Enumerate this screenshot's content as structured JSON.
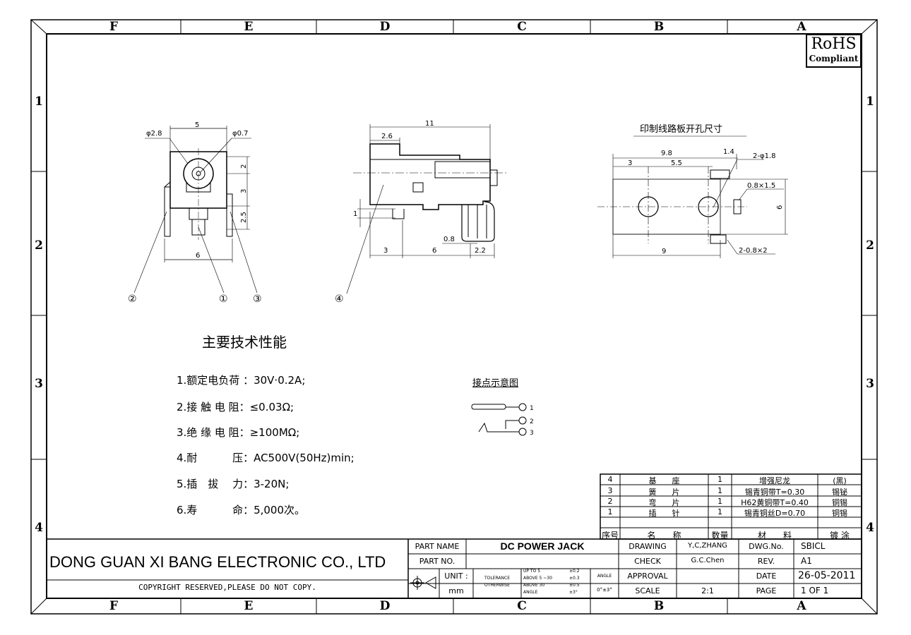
{
  "frame": {
    "columns": [
      "F",
      "E",
      "D",
      "C",
      "B",
      "A"
    ],
    "rows": [
      "1",
      "2",
      "3",
      "4"
    ]
  },
  "badge": {
    "main": "RoHS",
    "sub": "Compliant"
  },
  "views": {
    "front_dims": {
      "d_left": "φ2.8",
      "width": "5",
      "d_right": "φ0.7",
      "h1": "2",
      "h2": "3",
      "h3": "2.5",
      "bottom": "6"
    },
    "side_dims": {
      "top": "11",
      "left_step": "2.6",
      "pin_h": "1",
      "b1": "3",
      "b2": "6",
      "b3": "0.8",
      "b4": "2.2"
    },
    "pcb_title": "印制线路板开孔尺寸",
    "pcb_dims": {
      "total": "9.8",
      "a": "3",
      "b": "5.5",
      "c": "1.4",
      "holes": "2-φ1.8",
      "slot": "0.8×1.5",
      "height": "6",
      "bottom": "9",
      "slots2": "2-0.8×2"
    },
    "callouts": [
      "②",
      "①",
      "③",
      "④"
    ]
  },
  "specs": {
    "title": "主要技术性能",
    "items": [
      "1.额定电负荷 ：30V·0.2A;",
      "2.接 触 电 阻：≤0.03Ω;",
      "3.绝 缘 电 阻：≥100MΩ;",
      "4.耐　　　 压：AC500V(50Hz)min;",
      "5.插　拔　 力：3-20N;",
      "6.寿　　　 命：5,000次。"
    ]
  },
  "schematic": {
    "title": "接点示意图",
    "pins": [
      "1",
      "2",
      "3"
    ]
  },
  "bom": {
    "header": [
      "序号",
      "名　　称",
      "数量",
      "材　　料",
      "镀 涂"
    ],
    "rows": [
      [
        "4",
        "基　　座",
        "1",
        "增强尼龙",
        "(黑)"
      ],
      [
        "3",
        "簧　　片",
        "1",
        "锡青铜带T=0.30",
        "锡铋"
      ],
      [
        "2",
        "弯　　片",
        "1",
        "H62黄铜带T=0.40",
        "铜锡"
      ],
      [
        "1",
        "插　　针",
        "1",
        "锡青铜丝D=0.70",
        "铜锡"
      ]
    ]
  },
  "title_block": {
    "company": "DONG GUAN XI BANG ELECTRONIC CO., LTD",
    "copyright": "COPYRIGHT RESERVED,PLEASE DO NOT COPY.",
    "part_name_label": "PART NAME",
    "part_name": "DC POWER JACK",
    "part_no_label": "PART NO.",
    "part_no": "",
    "unit_label": "UNIT :",
    "unit": "mm",
    "tolerance_label": "TOLERANCE",
    "otherwise_label": "OTHERWISE",
    "tol_rows": [
      [
        "UP TO 5",
        "±0.2"
      ],
      [
        "ABOVE 5 ~30",
        "±0.3"
      ],
      [
        "ABOVE 30",
        "±0.5"
      ],
      [
        "ANGLE",
        "±3°"
      ]
    ],
    "angle_label": "ANGLE",
    "angle_value": "0°±3°",
    "drawing_label": "DRAWING",
    "drawing": "Y,C,ZHANG",
    "check_label": "CHECK",
    "check": "G.C.Chen",
    "approval_label": "APPROVAL",
    "approval": "",
    "scale_label": "SCALE",
    "scale": "2:1",
    "dwg_label": "DWG.No.",
    "dwg": "SBICL",
    "rev_label": "REV.",
    "rev": "A1",
    "date_label": "DATE",
    "date": "26-05-2011",
    "page_label": "PAGE",
    "page": "1 OF 1"
  }
}
